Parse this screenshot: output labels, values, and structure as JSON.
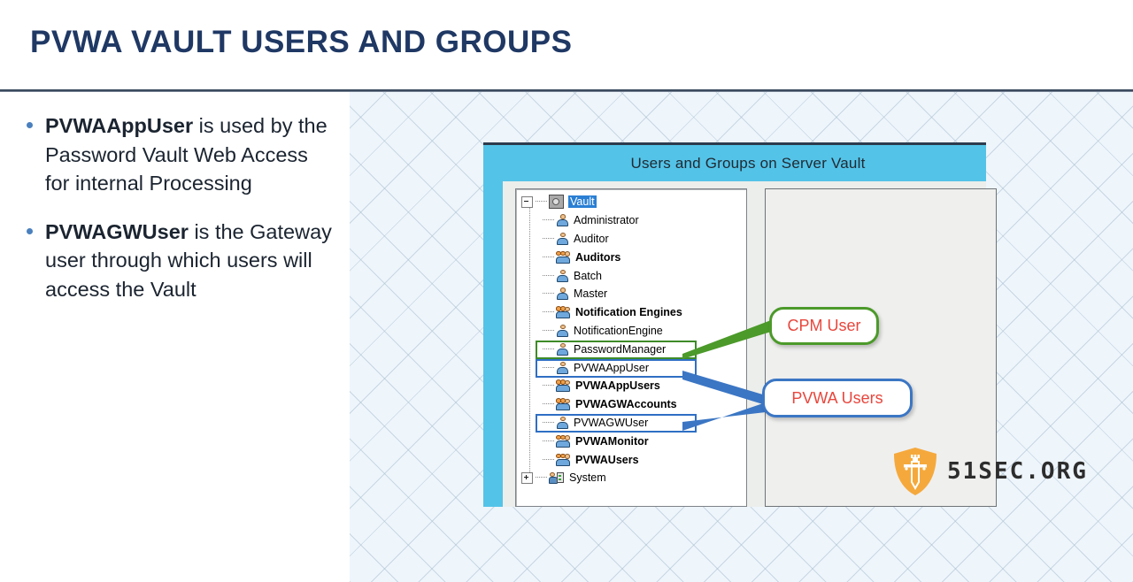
{
  "slide": {
    "title": "PVWA VAULT USERS AND GROUPS"
  },
  "bullets": [
    {
      "bold": "PVWAAppUser",
      "rest": " is used by the Password Vault Web Access for internal Processing"
    },
    {
      "bold": "PVWAGWUser",
      "rest": " is the Gateway user through which users will access the Vault"
    }
  ],
  "dialog": {
    "title": "Users and Groups on Server Vault",
    "tree": [
      {
        "label": "Vault",
        "icon": "vault-icon",
        "kind": "root",
        "selected": true,
        "expander": "minus"
      },
      {
        "label": "Administrator",
        "icon": "user-icon",
        "kind": "user"
      },
      {
        "label": "Auditor",
        "icon": "user-icon",
        "kind": "user"
      },
      {
        "label": "Auditors",
        "icon": "group-icon",
        "kind": "group"
      },
      {
        "label": "Batch",
        "icon": "user-icon",
        "kind": "user"
      },
      {
        "label": "Master",
        "icon": "user-icon",
        "kind": "user"
      },
      {
        "label": "Notification Engines",
        "icon": "group-icon",
        "kind": "group"
      },
      {
        "label": "NotificationEngine",
        "icon": "user-icon",
        "kind": "user"
      },
      {
        "label": "PasswordManager",
        "icon": "user-icon",
        "kind": "user",
        "highlight": "green"
      },
      {
        "label": "PVWAAppUser",
        "icon": "user-icon",
        "kind": "user",
        "highlight": "blue"
      },
      {
        "label": "PVWAAppUsers",
        "icon": "group-icon",
        "kind": "group"
      },
      {
        "label": "PVWAGWAccounts",
        "icon": "group-icon",
        "kind": "group"
      },
      {
        "label": "PVWAGWUser",
        "icon": "user-icon",
        "kind": "user",
        "highlight": "blue"
      },
      {
        "label": "PVWAMonitor",
        "icon": "group-icon",
        "kind": "group"
      },
      {
        "label": "PVWAUsers",
        "icon": "group-icon",
        "kind": "group"
      },
      {
        "label": "System",
        "icon": "system-icon",
        "kind": "root",
        "expander": "plus"
      }
    ]
  },
  "callouts": [
    {
      "label": "CPM User",
      "border_color": "#4c9a2a",
      "text_color": "#e8463c"
    },
    {
      "label": "PVWA Users",
      "border_color": "#3b76c4",
      "text_color": "#e8463c"
    }
  ],
  "watermark": {
    "text": "51SEC.ORG",
    "shield_color": "#f5a93c"
  },
  "colors": {
    "title": "#1f3864",
    "dialog_titlebar": "#54c3e8",
    "bullet_dot": "#4a80bd",
    "selection": "#2a7fd4"
  }
}
